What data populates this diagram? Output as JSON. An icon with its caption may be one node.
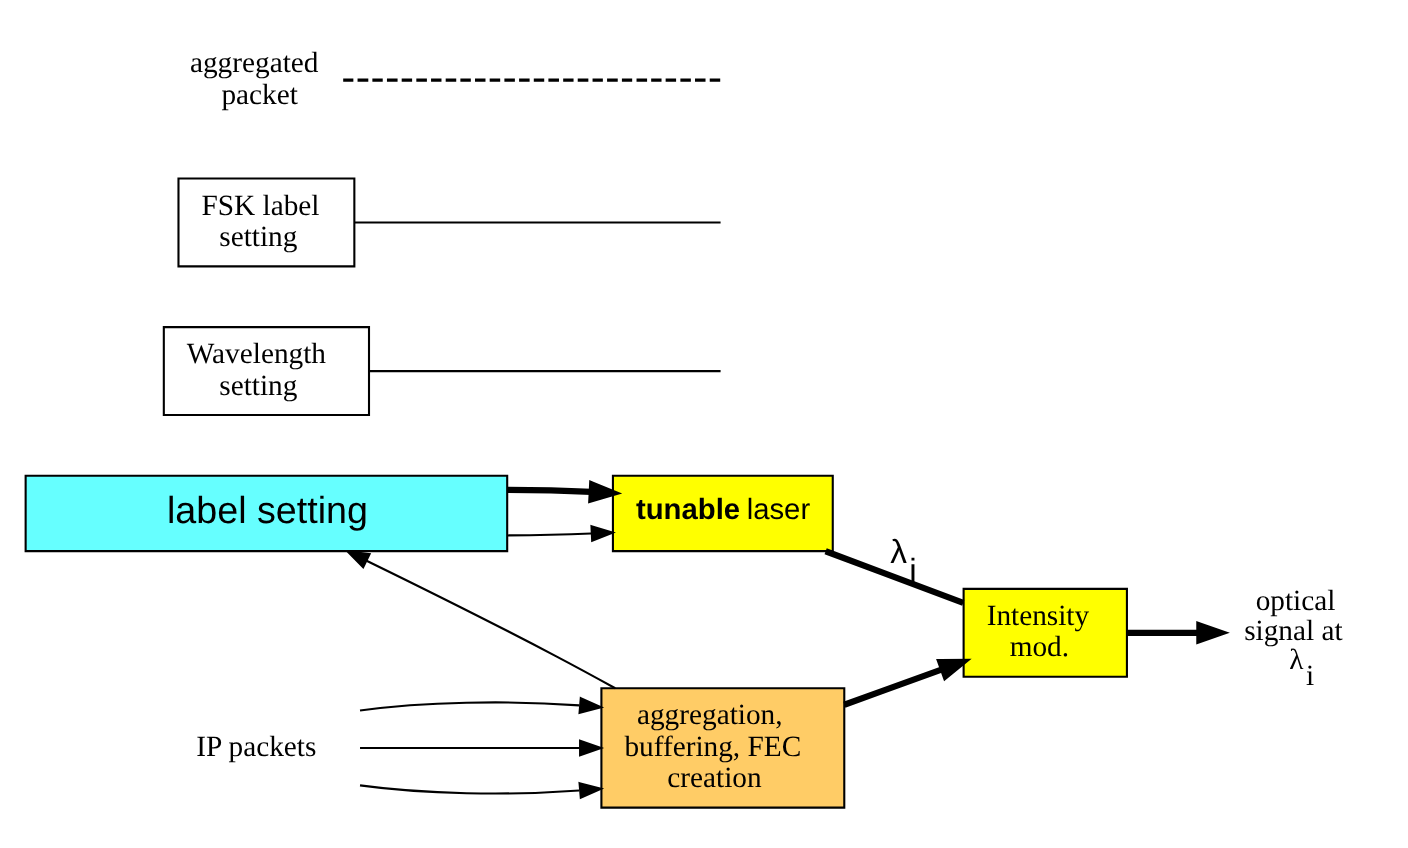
{
  "diagram": {
    "nodes": [
      {
        "text": [
          "label setting"
        ]
      },
      {
        "text": [
          "Wavelength setting"
        ]
      },
      {
        "text": [
          "FSK label setting"
        ]
      },
      {
        "text": [
          "**tunable** laser"
        ]
      },
      {
        "text": [
          "Intensity mod."
        ]
      },
      {
        "text": [
          "aggregation, buffering, FEC creation"
        ]
      },
      {
        "text": [
          "IP packets"
        ]
      },
      {
        "text": [
          "optical signal at λ$_{i}$"
        ]
      },
      {
        "text": [
          "aggregated packet"
        ]
      }
    ],
    "edges": [
      {
        "from": 0,
        "to": 3,
        "arrow": "to"
      },
      {
        "from": 0,
        "to": 3,
        "arrow": "to",
        "style": "thick"
      },
      {
        "from": 3,
        "to": 4,
        "arrow": "none",
        "style": "thick",
        "label": "λ$_{i}$"
      },
      {
        "from": 4,
        "to": 7,
        "arrow": "to",
        "style": "thick"
      },
      {
        "from": 5,
        "to": 0,
        "arrow": "to"
      },
      {
        "from": 5,
        "to": 4,
        "arrow": "to",
        "style": "thick"
      },
      {
        "from": 6,
        "to": 5,
        "arrow": "to"
      },
      {
        "from": 6,
        "to": 5,
        "arrow": "to"
      },
      {
        "from": 6,
        "to": 5,
        "arrow": "to"
      },
      {
        "from": 1,
        "to": null,
        "arrow": "none"
      },
      {
        "from": 2,
        "to": null,
        "arrow": "none"
      },
      {
        "from": 8,
        "to": null,
        "arrow": "none",
        "style": "dashed"
      }
    ]
  }
}
